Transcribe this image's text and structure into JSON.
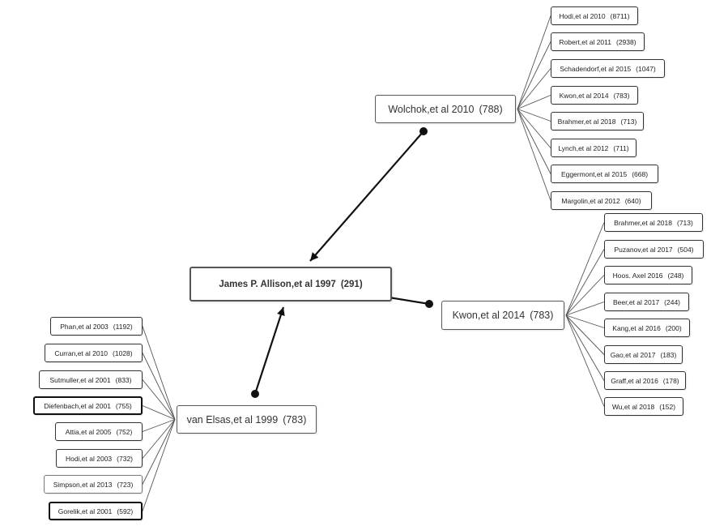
{
  "root": {
    "name": "James P. Allison,et al 1997",
    "count": "(291)"
  },
  "branches": [
    {
      "id": "wolchok",
      "name": "Wolchok,et al 2010",
      "count": "(788)",
      "leaves": [
        {
          "name": "Hodi,et al 2010",
          "count": "(8711)"
        },
        {
          "name": "Robert,et al 2011",
          "count": "(2938)"
        },
        {
          "name": "Schadendorf,et al 2015",
          "count": "(1047)"
        },
        {
          "name": "Kwon,et al 2014",
          "count": "(783)"
        },
        {
          "name": "Brahmer,et al 2018",
          "count": "(713)"
        },
        {
          "name": "Lynch,et al 2012",
          "count": "(711)"
        },
        {
          "name": "Eggermont,et al 2015",
          "count": "(668)"
        },
        {
          "name": "Margolin,et al 2012",
          "count": "(640)"
        }
      ]
    },
    {
      "id": "kwon",
      "name": "Kwon,et al 2014",
      "count": "(783)",
      "leaves": [
        {
          "name": "Brahmer,et al 2018",
          "count": "(713)"
        },
        {
          "name": "Puzanov,et al 2017",
          "count": "(504)"
        },
        {
          "name": "Hoos. Axel 2016",
          "count": "(248)"
        },
        {
          "name": "Beer,et al 2017",
          "count": "(244)"
        },
        {
          "name": "Kang,et al 2016",
          "count": "(200)"
        },
        {
          "name": "Gao,et al 2017",
          "count": "(183)"
        },
        {
          "name": "Graff,et al 2016",
          "count": "(178)"
        },
        {
          "name": "Wu,et al 2018",
          "count": "(152)"
        }
      ]
    },
    {
      "id": "vanelsas",
      "name": "van Elsas,et al 1999",
      "count": "(783)",
      "leaves": [
        {
          "name": "Phan,et al 2003",
          "count": "(1192)"
        },
        {
          "name": "Curran,et al 2010",
          "count": "(1028)"
        },
        {
          "name": "Sutmuller,et al 2001",
          "count": "(833)"
        },
        {
          "name": "Diefenbach,et al 2001",
          "count": "(755)"
        },
        {
          "name": "Attia,et al 2005",
          "count": "(752)"
        },
        {
          "name": "Hodi,et al 2003",
          "count": "(732)"
        },
        {
          "name": "Simpson,et al 2013",
          "count": "(723)"
        },
        {
          "name": "Gorelik,et al 2001",
          "count": "(592)"
        }
      ]
    }
  ],
  "colors": {
    "connector": "#111111",
    "leaf_line": "#555555"
  }
}
